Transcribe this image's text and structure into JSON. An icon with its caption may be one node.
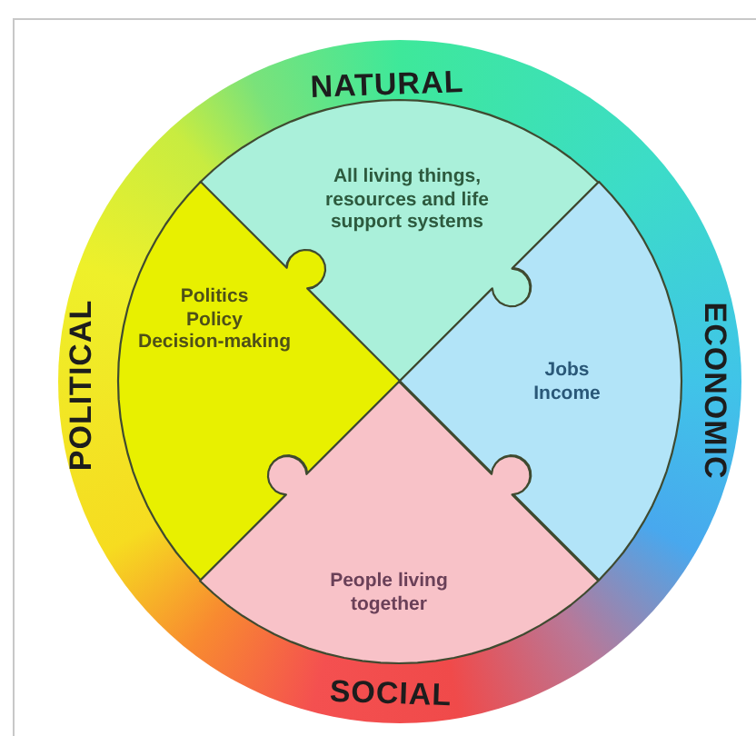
{
  "diagram": {
    "nodes": [
      {
        "text": [
          "NATURAL"
        ]
      },
      {
        "text": [
          "All living things, resources and life support systems"
        ]
      },
      {
        "text": [
          "POLITICAL"
        ]
      },
      {
        "text": [
          "Politics",
          "Policy",
          "Decision-making"
        ]
      },
      {
        "text": [
          "ECONOMIC"
        ]
      },
      {
        "text": [
          "Jobs",
          "Income"
        ]
      },
      {
        "text": [
          "People living together"
        ]
      },
      {
        "text": [
          "SOCIAL"
        ]
      }
    ],
    "edges": []
  }
}
